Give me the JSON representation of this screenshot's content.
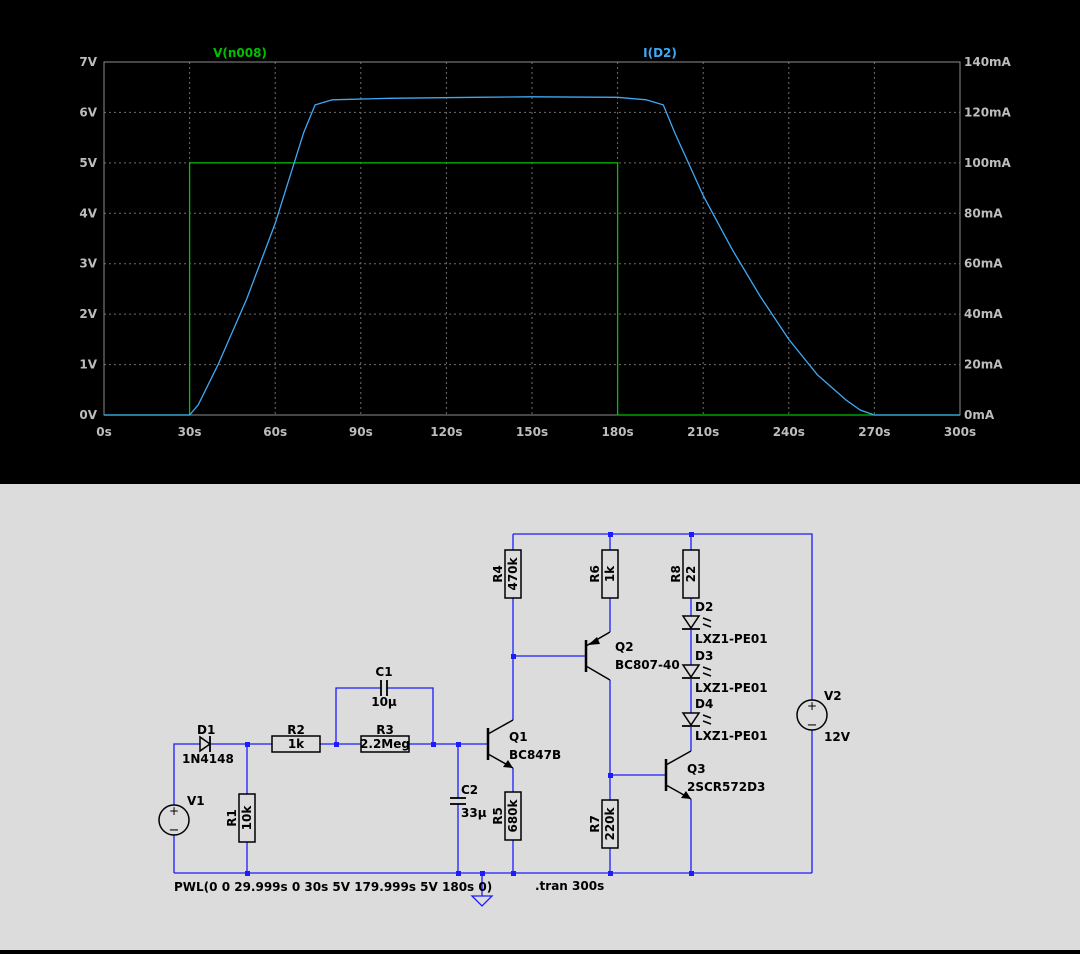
{
  "chart_data": {
    "type": "line",
    "grid": true,
    "xlim": [
      0,
      300
    ],
    "ylim_left": [
      0,
      7
    ],
    "ylim_right": [
      0,
      140
    ],
    "x_tick_labels": [
      "0s",
      "30s",
      "60s",
      "90s",
      "120s",
      "150s",
      "180s",
      "210s",
      "240s",
      "270s",
      "300s"
    ],
    "y_left_tick_labels": [
      "0V",
      "1V",
      "2V",
      "3V",
      "4V",
      "5V",
      "6V",
      "7V"
    ],
    "y_right_tick_labels": [
      "0mA",
      "20mA",
      "40mA",
      "60mA",
      "80mA",
      "100mA",
      "120mA",
      "140mA"
    ],
    "colors": {
      "voltage": "#00c000",
      "current": "#3fa9f5",
      "grid": "#6e6e6e",
      "axis": "#8c8c8c"
    },
    "series": [
      {
        "name": "V(n008)",
        "axis": "left",
        "x": [
          0,
          29.999,
          30,
          179.999,
          180,
          300
        ],
        "y": [
          0,
          0,
          5,
          5,
          0,
          0
        ]
      },
      {
        "name": "I(D2)",
        "axis": "right",
        "x": [
          0,
          30,
          33,
          40,
          50,
          60,
          70,
          74,
          80,
          100,
          130,
          150,
          180,
          190,
          196,
          200,
          210,
          220,
          230,
          240,
          250,
          260,
          265,
          270,
          300
        ],
        "y": [
          0,
          0,
          4,
          20,
          46,
          76,
          112,
          123,
          125,
          125.6,
          126,
          126.2,
          126,
          125,
          123,
          112,
          87,
          66,
          47,
          30,
          16,
          6,
          2,
          0,
          0
        ]
      }
    ]
  },
  "schematic": {
    "components": {
      "d1": {
        "name": "D1",
        "value": "1N4148"
      },
      "r2": {
        "name": "R2",
        "value": "1k"
      },
      "r3": {
        "name": "R3",
        "value": "2.2Meg"
      },
      "c1": {
        "name": "C1",
        "value": "10µ"
      },
      "r1": {
        "name": "R1",
        "value": "10k"
      },
      "c2": {
        "name": "C2",
        "value": "33µ"
      },
      "v1": {
        "name": "V1"
      },
      "r4": {
        "name": "R4",
        "value": "470k"
      },
      "r5": {
        "name": "R5",
        "value": "680k"
      },
      "q1": {
        "name": "Q1",
        "value": "BC847B"
      },
      "r6": {
        "name": "R6",
        "value": "1k"
      },
      "q2": {
        "name": "Q2",
        "value": "BC807-40"
      },
      "r7": {
        "name": "R7",
        "value": "220k"
      },
      "r8": {
        "name": "R8",
        "value": "22"
      },
      "d2": {
        "name": "D2",
        "value": "LXZ1-PE01"
      },
      "d3": {
        "name": "D3",
        "value": "LXZ1-PE01"
      },
      "d4": {
        "name": "D4",
        "value": "LXZ1-PE01"
      },
      "q3": {
        "name": "Q3",
        "value": "2SCR572D3"
      },
      "v2": {
        "name": "V2",
        "value": "12V"
      }
    },
    "directives": {
      "pwl": "PWL(0 0 29.999s 0 30s 5V 179.999s 5V 180s 0)",
      "tran": ".tran 300s"
    },
    "colors": {
      "wire": "#1c1cff",
      "component": "#000000",
      "junction": "#1c1cff",
      "background": "#dcdcdc"
    }
  }
}
